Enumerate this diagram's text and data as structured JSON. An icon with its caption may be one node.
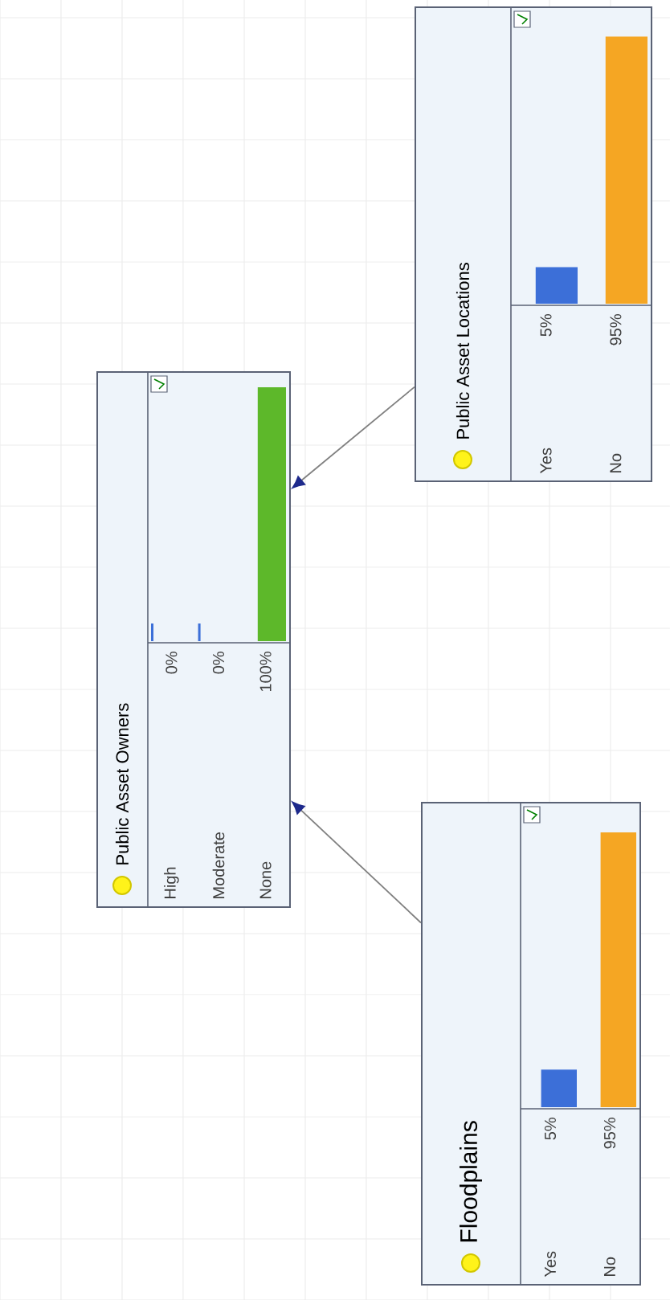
{
  "diagram": {
    "nodes": [
      {
        "text": [
          "Public Asset Owners",
          "High",
          "0%",
          "Moderate",
          "0%",
          "None",
          "100%"
        ]
      },
      {
        "text": [
          "Floodplains",
          "Yes",
          "5%",
          "No",
          "95%"
        ]
      },
      {
        "text": [
          "Public Asset Locations",
          "Yes",
          "5%",
          "No",
          "95%"
        ]
      }
    ],
    "edges": [
      {
        "from": 1,
        "to": 0,
        "arrow": "to"
      },
      {
        "from": 2,
        "to": 0,
        "arrow": "to"
      }
    ]
  }
}
